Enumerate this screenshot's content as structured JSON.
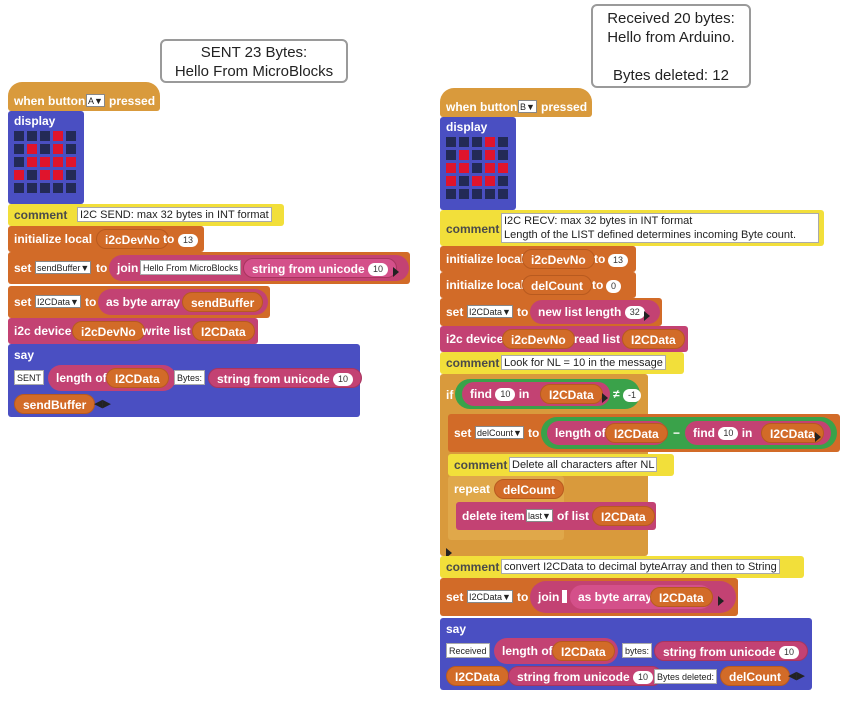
{
  "left": {
    "bubble": "SENT 23 Bytes:\nHello From MicroBlocks",
    "hat": {
      "prefix": "when button",
      "button": "A",
      "suffix": "pressed"
    },
    "display": {
      "label": "display",
      "leds": [
        [
          0,
          0,
          0,
          1,
          0
        ],
        [
          0,
          1,
          0,
          1,
          0
        ],
        [
          0,
          1,
          1,
          1,
          1
        ],
        [
          1,
          0,
          1,
          1,
          0
        ],
        [
          0,
          0,
          0,
          0,
          0
        ]
      ]
    },
    "comment": {
      "label": "comment",
      "text": "I2C SEND: max 32 bytes in INT format"
    },
    "init": {
      "label": "initialize local",
      "var": "i2cDevNo",
      "to": "to",
      "value": "13"
    },
    "set1": {
      "label": "set",
      "var": "sendBuffer",
      "to": "to",
      "join": "join",
      "text": "Hello From MicroBlocks",
      "func": "string from unicode",
      "num": "10"
    },
    "set2": {
      "label": "set",
      "var": "I2CData",
      "to": "to",
      "func": "as byte array",
      "arg": "sendBuffer"
    },
    "i2c": {
      "label": "i2c device",
      "dev": "i2cDevNo",
      "op": "write list",
      "arg": "I2CData"
    },
    "say": {
      "label": "say",
      "t1": "SENT",
      "len": "length of",
      "lenarg": "I2CData",
      "t2": "Bytes:",
      "func": "string from unicode",
      "num": "10",
      "arg": "sendBuffer"
    }
  },
  "right": {
    "bubble": "Received  20 bytes:\nHello from Arduino.\n\nBytes deleted: 12",
    "hat": {
      "prefix": "when button",
      "button": "B",
      "suffix": "pressed"
    },
    "display": {
      "label": "display",
      "leds": [
        [
          0,
          0,
          0,
          1,
          0
        ],
        [
          0,
          1,
          0,
          1,
          0
        ],
        [
          1,
          1,
          0,
          1,
          1
        ],
        [
          1,
          0,
          1,
          1,
          0
        ],
        [
          0,
          0,
          0,
          0,
          0
        ]
      ]
    },
    "comment": {
      "label": "comment",
      "line1": "I2C RECV: max 32 bytes in INT format",
      "line2": "Length of the LIST defined determines incoming Byte count."
    },
    "init1": {
      "label": "initialize local",
      "var": "i2cDevNo",
      "to": "to",
      "value": "13"
    },
    "init2": {
      "label": "initialize local",
      "var": "delCount",
      "to": "to",
      "value": "0"
    },
    "set1": {
      "label": "set",
      "var": "I2CData",
      "to": "to",
      "func": "new list length",
      "num": "32"
    },
    "i2c": {
      "label": "i2c device",
      "dev": "i2cDevNo",
      "op": "read list",
      "arg": "I2CData"
    },
    "comment2": {
      "label": "comment",
      "text": "Look for NL = 10 in the message"
    },
    "if": {
      "label": "if",
      "find": "find",
      "num": "10",
      "in": "in",
      "arg": "I2CData",
      "neq": "≠",
      "neg": "-1"
    },
    "set2": {
      "label": "set",
      "var": "delCount",
      "to": "to",
      "len": "length of",
      "lenarg": "I2CData",
      "minus": "−",
      "find": "find",
      "num": "10",
      "in": "in",
      "arg": "I2CData"
    },
    "comment3": {
      "label": "comment",
      "text": "Delete all characters after NL"
    },
    "repeat": {
      "label": "repeat",
      "arg": "delCount"
    },
    "del": {
      "label": "delete item",
      "which": "last",
      "of": "of list",
      "arg": "I2CData"
    },
    "comment4": {
      "label": "comment",
      "text": "convert I2CData to decimal byteArray and then to String"
    },
    "set3": {
      "label": "set",
      "var": "I2CData",
      "to": "to",
      "join": "join",
      "func": "as byte array",
      "arg": "I2CData"
    },
    "say": {
      "label": "say",
      "t1": "Received",
      "len": "length of",
      "lenarg": "I2CData",
      "t2": "bytes:",
      "func": "string from unicode",
      "num": "10",
      "arg": "I2CData",
      "func2": "string from unicode",
      "num2": "10",
      "t3": "Bytes deleted:",
      "arg2": "delCount"
    }
  }
}
